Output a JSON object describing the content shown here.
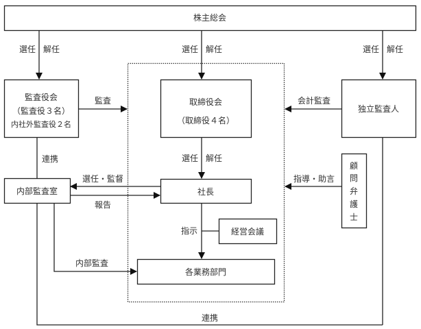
{
  "diagram": {
    "type": "corporate-governance-structure",
    "nodes": {
      "shareholders": "株主総会",
      "audit_board": {
        "title": "監査役会",
        "members": "（監査役３名）",
        "note": "内社外監査役２名"
      },
      "board": {
        "title": "取締役会",
        "members": "（取締役４名）"
      },
      "independent_auditor": "独立監査人",
      "internal_audit": "内部監査室",
      "president": "社長",
      "legal_advisor_chars": [
        "顧",
        "問",
        "弁",
        "護",
        "士"
      ],
      "management_meeting": "経営会議",
      "departments": "各業務部門"
    },
    "edges": {
      "elect": "選任",
      "dismiss": "解任",
      "audit": "監査",
      "accounting_audit": "会計監査",
      "cooperation_left": "連携",
      "elect_supervise": "選任・監督",
      "report": "報告",
      "guidance": "指導・助言",
      "instruction": "指示",
      "internal_audit": "内部監査",
      "cooperation_bottom": "連携"
    }
  }
}
